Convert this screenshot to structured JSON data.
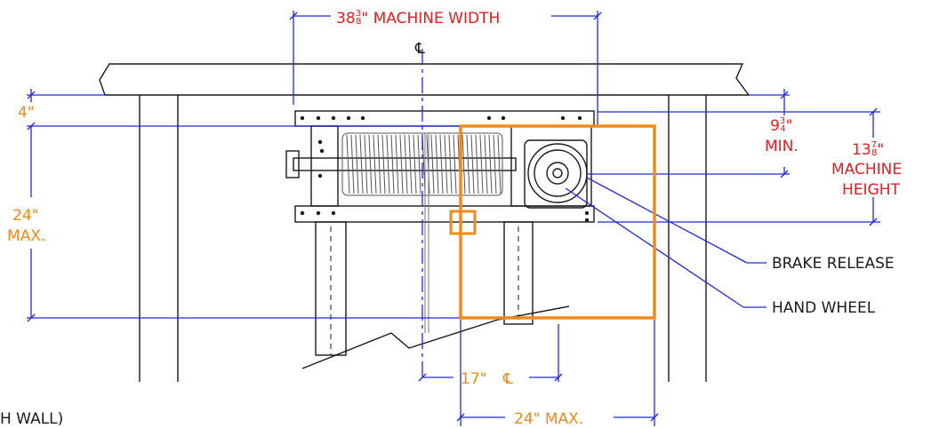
{
  "colors": {
    "machine_dim": "#e02020",
    "clearance_dim": "#f08a1c",
    "leader": "#1f2bd6",
    "drawing": "#1a1a1a"
  },
  "dimensions": {
    "machine_width": {
      "whole": "38",
      "num": "3",
      "den": "8",
      "rest": "\" MACHINE  WIDTH"
    },
    "machine_height_value": {
      "whole": "13",
      "num": "7",
      "den": "8",
      "rest": "\""
    },
    "machine_height_line1": "MACHINE",
    "machine_height_line2": "HEIGHT",
    "min_value": {
      "whole": "9",
      "num": "3",
      "den": "4",
      "rest": "\""
    },
    "min_label": "MIN.",
    "top_clearance": "4\"",
    "side_max_value": "24\"",
    "side_max_label": "MAX.",
    "centerline_offset": "17\"",
    "bottom_max": "24\"  MAX.",
    "centerline_symbol": "℄"
  },
  "callouts": {
    "brake_release": "BRAKE  RELEASE",
    "hand_wheel": "HAND  WHEEL"
  },
  "footer": {
    "partial_text": "H  WALL)"
  }
}
